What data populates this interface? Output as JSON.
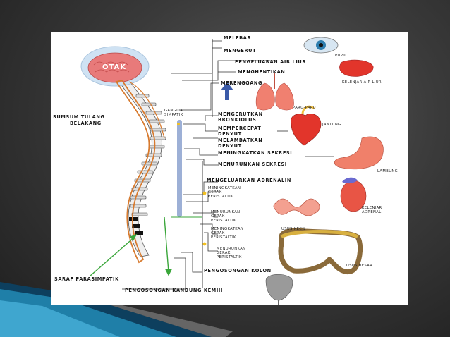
{
  "labels": {
    "otak": "OTAK",
    "melebar": "MELEBAR",
    "mengerut": "MENGERUT",
    "pupil": "PUPIL",
    "pengeluaran_air_liur": "PENGELUARAN AIR LIUR",
    "kelenjar_air_liur": "KELENJAR AIR LIUR",
    "menghentikan": "MENGHENTIKAN",
    "merenggang": "MERENGGANG",
    "paru_paru": "PARU-PARU",
    "sumsum_1": "SUMSUM TULANG",
    "sumsum_2": "BELAKANG",
    "ganglia_1": "GANGLIA",
    "ganglia_2": "SIMPATIK",
    "mengerutkan_1": "MENGERUTKAN",
    "mengerutkan_2": "BRONKIOLUS",
    "mempercepat_1": "MEMPERCEPAT",
    "mempercepat_2": "DENYUT",
    "jantung": "JANTUNG",
    "melambatkan_1": "MELAMBATKAN",
    "melambatkan_2": "DENYUT",
    "meningkatkan_sekresi": "MENINGKATKAN SEKRESI",
    "menurunkan_sekresi": "MENURUNKAN SEKRESI",
    "lambung": "LAMBUNG",
    "mengeluarkan_adrenalin": "MENGELUARKAN ADRENALIN",
    "meningkatkan_gerak_1": "MENINGKATKAN",
    "meningkatkan_gerak_2": "GERAK",
    "meningkatkan_gerak_3": "PERISTALTIK",
    "kelenjar_adrenal_1": "KELENJAR",
    "kelenjar_adrenal_2": "ADRENAL",
    "menurunkan_gerak_1": "MENURUNKAN",
    "menurunkan_gerak_2": "GERAK",
    "menurunkan_gerak_3": "PERISTALTIK",
    "meningkatkan_gerak_b1": "MENINGKATKAN",
    "meningkatkan_gerak_b2": "GERAK",
    "meningkatkan_gerak_b3": "PERISTALTIK",
    "usus_kecil": "USUS KECIL",
    "menurunkan_gerak_b1": "MENURUNKAN",
    "menurunkan_gerak_b2": "GERAK",
    "menurunkan_gerak_b3": "PERISTALTIK",
    "usus_besar": "USUS BESAR",
    "pengosongan_kolon": "PENGOSONGAN KOLON",
    "saraf_parasimpatik": "SARAF PARASIMPATIK",
    "pengosongan_kandung_kemih": "PENGOSONGAN KANDUNG KEMIH"
  },
  "colors": {
    "nerve": "#d77a2e",
    "organ_red": "#e2352b",
    "organ_pink": "#f08070",
    "brain": "#e87a7a",
    "ganglia": "#7c96c8",
    "arrow_green": "#3aa63a",
    "arrow_blue": "#3a5aa8"
  }
}
